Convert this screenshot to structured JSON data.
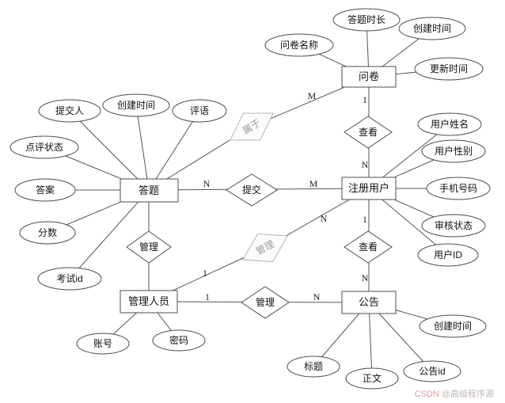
{
  "entities": {
    "answer": "答题",
    "questionnaire": "问卷",
    "user": "注册用户",
    "admin": "管理人员",
    "announcement": "公告"
  },
  "relations": {
    "belongs": "属于",
    "submit": "提交",
    "view_q": "查看",
    "manage_left": "管理",
    "manage_mid": "管理",
    "view_a": "查看",
    "manage_bottom": "管理"
  },
  "attributes": {
    "answer": {
      "submitter": "提交人",
      "create_time": "创建时间",
      "comment": "评语",
      "review_status": "点评状态",
      "answer": "答案",
      "score": "分数",
      "exam_id": "考试id"
    },
    "questionnaire": {
      "name": "问卷名称",
      "duration": "答题时长",
      "create_time": "创建时间",
      "update_time": "更新时间"
    },
    "user": {
      "name": "用户姓名",
      "gender": "用户性别",
      "phone": "手机号码",
      "audit_status": "审核状态",
      "user_id": "用户ID"
    },
    "admin": {
      "account": "账号",
      "password": "密码"
    },
    "announcement": {
      "create_time": "创建时间",
      "title": "标题",
      "body": "正文",
      "announcement_id": "公告id"
    }
  },
  "cardinalities": {
    "belongs_m": "M",
    "submit_n": "N",
    "submit_m": "M",
    "view_q_1": "1",
    "view_q_n": "N",
    "manage_mid_1": "1",
    "manage_mid_n": "N",
    "view_a_1": "1",
    "view_a_n": "N",
    "manage_bottom_1": "1",
    "manage_bottom_n": "N"
  },
  "watermark": {
    "brand": "CSDN",
    "handle": " @高级程序源"
  }
}
